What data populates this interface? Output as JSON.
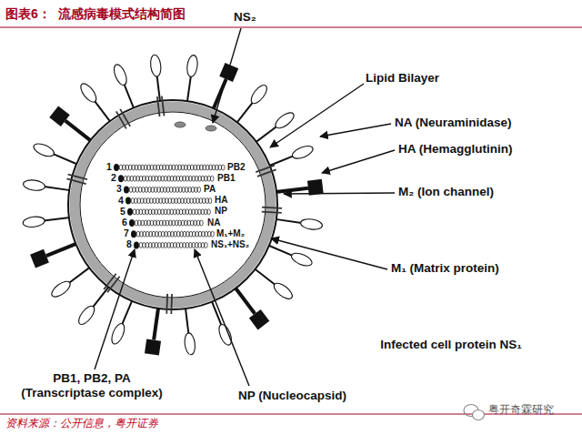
{
  "diagram": {
    "title": "图表6：  流感病毒模式结构简图",
    "caption": "资料来源：公开信息，粤开证券",
    "labels": [
      "NS₂",
      "Lipid Bilayer",
      "NA (Neuraminidase)",
      "HA (Hemagglutinin)",
      "M₂ (Ion channel)",
      "1",
      "2",
      "3",
      "4",
      "5",
      "6",
      "7",
      "8",
      "PB2",
      "PB1",
      "PA",
      "HA",
      "NP",
      "NA",
      "M₁+M₂",
      "NS₁+NS₂",
      "M₁ (Matrix protein)",
      "Infected cell protein NS₁",
      "PB1, PB2, PA (Transcriptase complex)",
      "NP (Nucleocapsid)",
      "粤开奇霖研究"
    ]
  }
}
